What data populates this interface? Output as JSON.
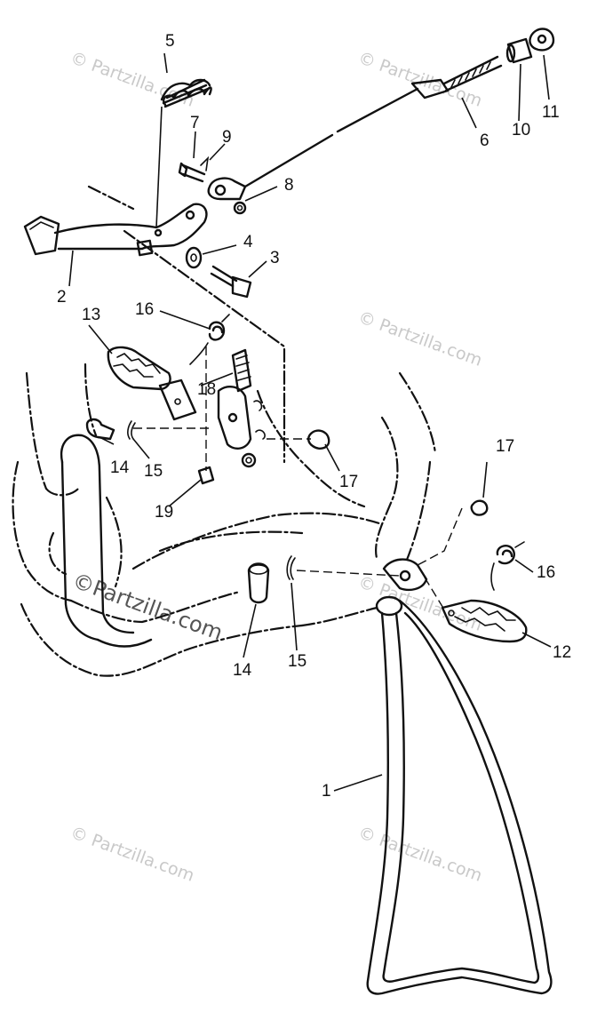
{
  "watermark": {
    "text": "© Partzilla.com",
    "prominent_text": "©Partzilla.com"
  },
  "callouts": [
    {
      "id": "c1",
      "label": "1"
    },
    {
      "id": "c2",
      "label": "2"
    },
    {
      "id": "c3",
      "label": "3"
    },
    {
      "id": "c4",
      "label": "4"
    },
    {
      "id": "c5",
      "label": "5"
    },
    {
      "id": "c6",
      "label": "6"
    },
    {
      "id": "c7",
      "label": "7"
    },
    {
      "id": "c8",
      "label": "8"
    },
    {
      "id": "c9",
      "label": "9"
    },
    {
      "id": "c10",
      "label": "10"
    },
    {
      "id": "c11",
      "label": "11"
    },
    {
      "id": "c12",
      "label": "12"
    },
    {
      "id": "c13",
      "label": "13"
    },
    {
      "id": "c14a",
      "label": "14"
    },
    {
      "id": "c14b",
      "label": "14"
    },
    {
      "id": "c15a",
      "label": "15"
    },
    {
      "id": "c15b",
      "label": "15"
    },
    {
      "id": "c16a",
      "label": "16"
    },
    {
      "id": "c16b",
      "label": "16"
    },
    {
      "id": "c17a",
      "label": "17"
    },
    {
      "id": "c17b",
      "label": "17"
    },
    {
      "id": "c18",
      "label": "18"
    },
    {
      "id": "c19",
      "label": "19"
    }
  ]
}
